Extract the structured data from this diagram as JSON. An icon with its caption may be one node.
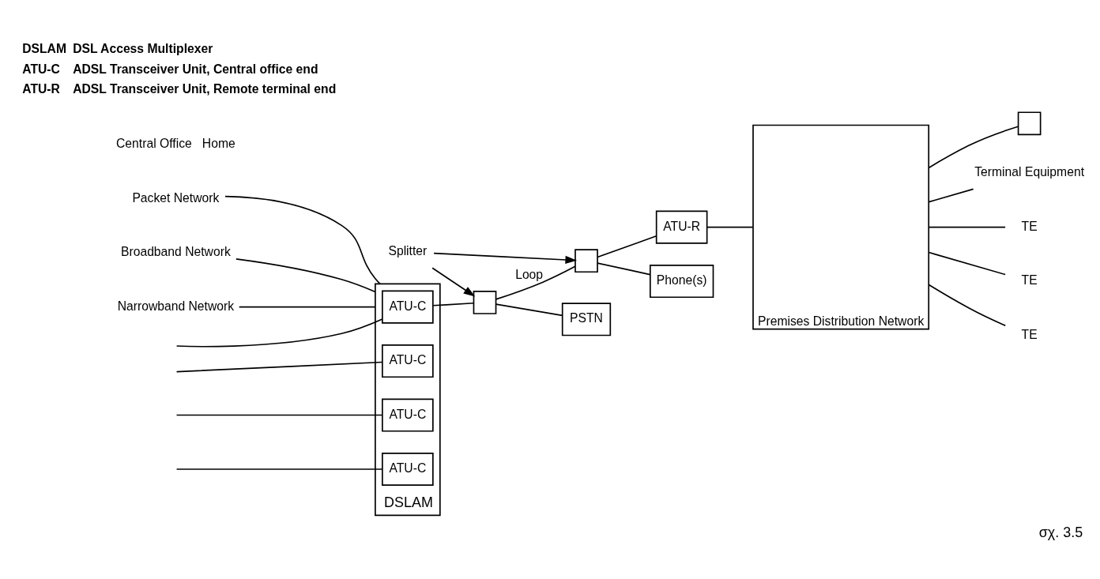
{
  "diagram": {
    "caption": "σχ. 3.5",
    "nodes": [
      {
        "text": [
          "DSLAM"
        ]
      },
      {
        "text": [
          "ATU-C"
        ],
        "in": 0
      },
      {
        "text": [
          "ATU-C"
        ],
        "in": 0
      },
      {
        "text": [
          "ATU-C"
        ],
        "in": 0
      },
      {
        "text": [
          "ATU-C"
        ],
        "in": 0
      },
      {
        "text": [
          "Packet Network"
        ]
      },
      {
        "text": [
          "Broadband Network"
        ]
      },
      {
        "text": [
          "Narrowband Network"
        ]
      },
      {
        "text": [
          "Splitter"
        ]
      },
      {
        "text": [],
        "shape": "box"
      },
      {
        "text": [],
        "shape": "box"
      },
      {
        "text": [
          "PSTN"
        ]
      },
      {
        "text": [
          "ATU-R"
        ]
      },
      {
        "text": [
          "Phone(s)"
        ]
      },
      {
        "text": [
          "Premises Distribution Network"
        ]
      },
      {
        "text": [],
        "shape": "box"
      },
      {
        "text": [
          "Terminal Equipment"
        ]
      },
      {
        "text": [
          "TE"
        ]
      },
      {
        "text": [
          "TE"
        ]
      },
      {
        "text": [
          "TE"
        ]
      }
    ],
    "edges": [
      {
        "from": 5,
        "to": 0,
        "arrow": "none"
      },
      {
        "from": 6,
        "to": 0,
        "arrow": "none"
      },
      {
        "from": 7,
        "to": 0,
        "arrow": "none"
      },
      {
        "from": null,
        "to": 1,
        "arrow": "none"
      },
      {
        "from": null,
        "to": 2,
        "arrow": "none"
      },
      {
        "from": null,
        "to": 3,
        "arrow": "none"
      },
      {
        "from": null,
        "to": 4,
        "arrow": "none"
      },
      {
        "from": 1,
        "to": 9,
        "arrow": "none"
      },
      {
        "from": 8,
        "to": 9,
        "arrow": "to"
      },
      {
        "from": 8,
        "to": 10,
        "arrow": "to"
      },
      {
        "from": 9,
        "to": 10,
        "arrow": "none",
        "label": "Loop"
      },
      {
        "from": 9,
        "to": 11,
        "arrow": "none"
      },
      {
        "from": 10,
        "to": 12,
        "arrow": "none"
      },
      {
        "from": 10,
        "to": 13,
        "arrow": "none"
      },
      {
        "from": 12,
        "to": 14,
        "arrow": "none"
      },
      {
        "from": 14,
        "to": 15,
        "arrow": "none"
      },
      {
        "from": 14,
        "to": 16,
        "arrow": "none"
      },
      {
        "from": 14,
        "to": 17,
        "arrow": "none"
      },
      {
        "from": 14,
        "to": 18,
        "arrow": "none"
      },
      {
        "from": 14,
        "to": 19,
        "arrow": "none"
      }
    ],
    "labels": [
      "Central Office",
      "Home",
      "DSLAM",
      "DSL Access Multiplexer",
      "ATU-C",
      "ADSL Transceiver Unit, Central office end",
      "ATU-R",
      "ADSL Transceiver Unit, Remote terminal end"
    ]
  }
}
